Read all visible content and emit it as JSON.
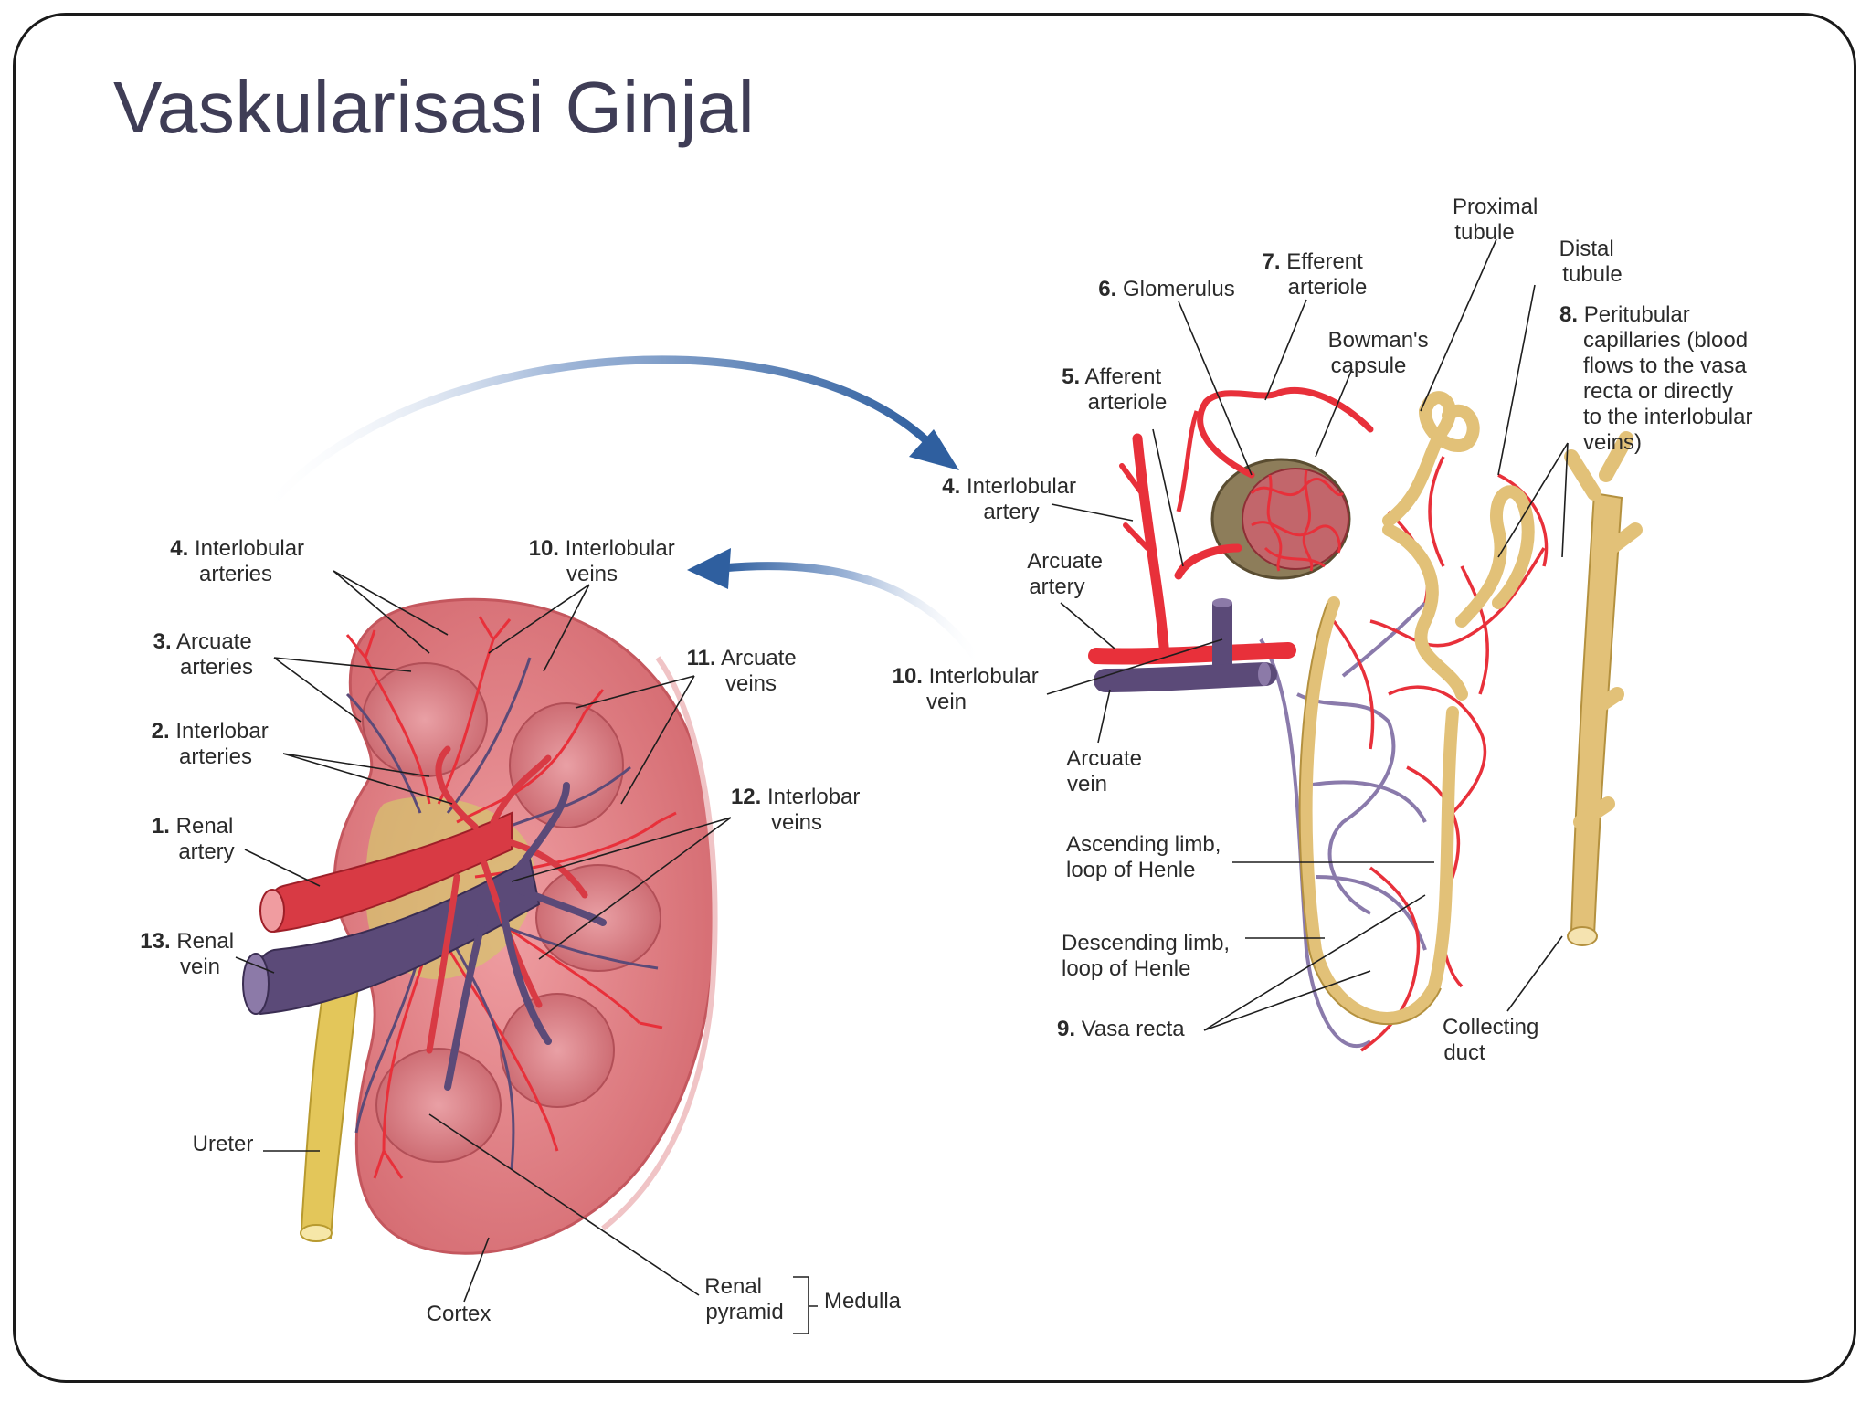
{
  "slide": {
    "title": "Vaskularisasi Ginjal"
  },
  "labels": {
    "kidney": [
      {
        "id": "interlobular-arteries",
        "num": "4.",
        "line1": "Interlobular",
        "line2": "arteries"
      },
      {
        "id": "interlobular-veins",
        "num": "10.",
        "line1": "Interlobular",
        "line2": "veins"
      },
      {
        "id": "arcuate-arteries",
        "num": "3.",
        "line1": "Arcuate",
        "line2": "arteries"
      },
      {
        "id": "arcuate-veins",
        "num": "11.",
        "line1": "Arcuate",
        "line2": "veins"
      },
      {
        "id": "interlobar-arteries",
        "num": "2.",
        "line1": "Interlobar",
        "line2": "arteries"
      },
      {
        "id": "interlobar-veins",
        "num": "12.",
        "line1": "Interlobar",
        "line2": "veins"
      },
      {
        "id": "renal-artery",
        "num": "1.",
        "line1": "Renal",
        "line2": "artery"
      },
      {
        "id": "renal-vein",
        "num": "13.",
        "line1": "Renal",
        "line2": "vein"
      },
      {
        "id": "ureter",
        "num": "",
        "line1": "Ureter",
        "line2": ""
      },
      {
        "id": "cortex",
        "num": "",
        "line1": "Cortex",
        "line2": ""
      },
      {
        "id": "renal-pyramid",
        "num": "",
        "line1": "Renal",
        "line2": "pyramid"
      },
      {
        "id": "medulla",
        "num": "",
        "line1": "Medulla",
        "line2": ""
      }
    ],
    "nephron": [
      {
        "id": "proximal-tubule",
        "num": "",
        "lines": [
          "Proximal",
          "tubule"
        ]
      },
      {
        "id": "distal-tubule",
        "num": "",
        "lines": [
          "Distal",
          "tubule"
        ]
      },
      {
        "id": "efferent-arteriole",
        "num": "7.",
        "lines": [
          "Efferent",
          "arteriole"
        ]
      },
      {
        "id": "glomerulus",
        "num": "6.",
        "lines": [
          "Glomerulus"
        ]
      },
      {
        "id": "peritubular-capillaries",
        "num": "8.",
        "lines": [
          "Peritubular",
          "capillaries (blood",
          "flows to the vasa",
          "recta or directly",
          "to the interlobular",
          "veins)"
        ]
      },
      {
        "id": "bowmans-capsule",
        "num": "",
        "lines": [
          "Bowman's",
          "capsule"
        ]
      },
      {
        "id": "afferent-arteriole",
        "num": "5.",
        "lines": [
          "Afferent",
          "arteriole"
        ]
      },
      {
        "id": "interlobular-artery",
        "num": "4.",
        "lines": [
          "Interlobular",
          "artery"
        ]
      },
      {
        "id": "arcuate-artery",
        "num": "",
        "lines": [
          "Arcuate",
          "artery"
        ]
      },
      {
        "id": "interlobular-vein",
        "num": "10.",
        "lines": [
          "Interlobular",
          "vein"
        ]
      },
      {
        "id": "arcuate-vein",
        "num": "",
        "lines": [
          "Arcuate",
          "vein"
        ]
      },
      {
        "id": "ascending-limb",
        "num": "",
        "lines": [
          "Ascending limb,",
          "loop of Henle"
        ]
      },
      {
        "id": "descending-limb",
        "num": "",
        "lines": [
          "Descending limb,",
          "loop of Henle"
        ]
      },
      {
        "id": "vasa-recta",
        "num": "9.",
        "lines": [
          "Vasa recta"
        ]
      },
      {
        "id": "collecting-duct",
        "num": "",
        "lines": [
          "Collecting",
          "duct"
        ]
      }
    ]
  },
  "colors": {
    "artery": "#e8303a",
    "vein": "#5b4a78",
    "kidney": "#e58a8e",
    "kidney_edge": "#c4575e",
    "pyramid": "#d9787f",
    "tubule": "#e2c178",
    "ureter": "#e3c65a",
    "arrow": "#3f6fae"
  }
}
